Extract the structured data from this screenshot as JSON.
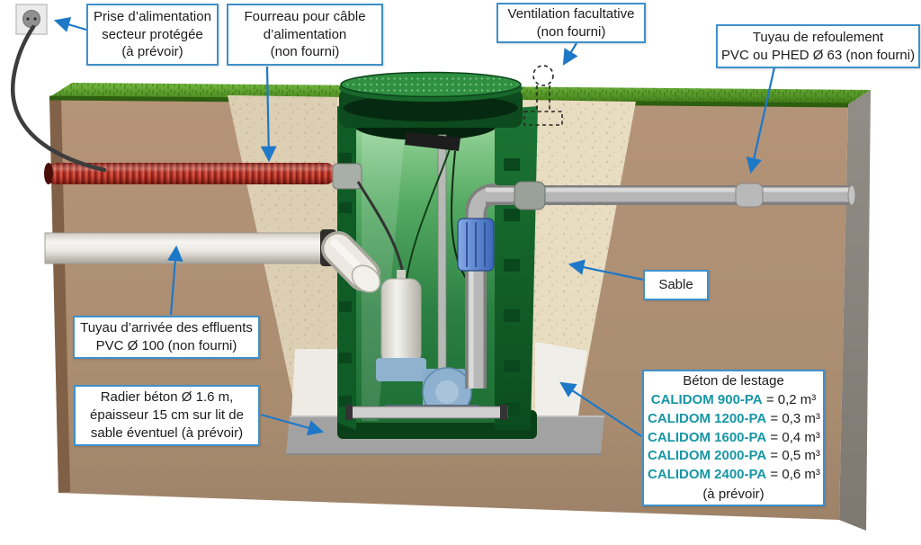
{
  "diagram": {
    "callouts": {
      "power_outlet": {
        "lines": [
          "Prise d’alimentation",
          "secteur protégée",
          "(à prévoir)"
        ]
      },
      "conduit": {
        "lines": [
          "Fourreau pour câble",
          "d’alimentation",
          "(non fourni)"
        ]
      },
      "ventilation": {
        "lines": [
          "Ventilation facultative",
          "(non fourni)"
        ]
      },
      "discharge": {
        "lines": [
          "Tuyau de refoulement",
          "PVC ou PHED Ø 63 (non fourni)"
        ]
      },
      "sand": {
        "lines": [
          "Sable"
        ]
      },
      "inlet": {
        "lines": [
          "Tuyau d’arrivée des effluents",
          "PVC Ø 100 (non fourni)"
        ]
      },
      "slab": {
        "lines": [
          "Radier béton Ø 1.6 m,",
          "épaisseur 15 cm sur lit de",
          "sable éventuel (à prévoir)"
        ]
      },
      "ballast": {
        "title": "Béton de lestage",
        "rows": [
          {
            "model": "CALIDOM 900-PA",
            "value": "= 0,2 m³"
          },
          {
            "model": "CALIDOM 1200-PA",
            "value": "= 0,3 m³"
          },
          {
            "model": "CALIDOM 1600-PA",
            "value": "= 0,4 m³"
          },
          {
            "model": "CALIDOM 2000-PA",
            "value": "= 0,5 m³"
          },
          {
            "model": "CALIDOM 2400-PA",
            "value": "= 0,6 m³"
          }
        ],
        "footer": "(à prévoir)"
      }
    },
    "colors": {
      "callout_border": "#3f90cb",
      "arrow_blue": "#1e78c8",
      "calidom_teal": "#1796a5",
      "tank_green": "#1d7a35",
      "soil_brown": "#b09176",
      "sand_beige": "#e8dcc1",
      "conduit_red": "#b03228",
      "grass_green": "#4e8c20",
      "concrete_gray": "#a2a2a2"
    }
  }
}
